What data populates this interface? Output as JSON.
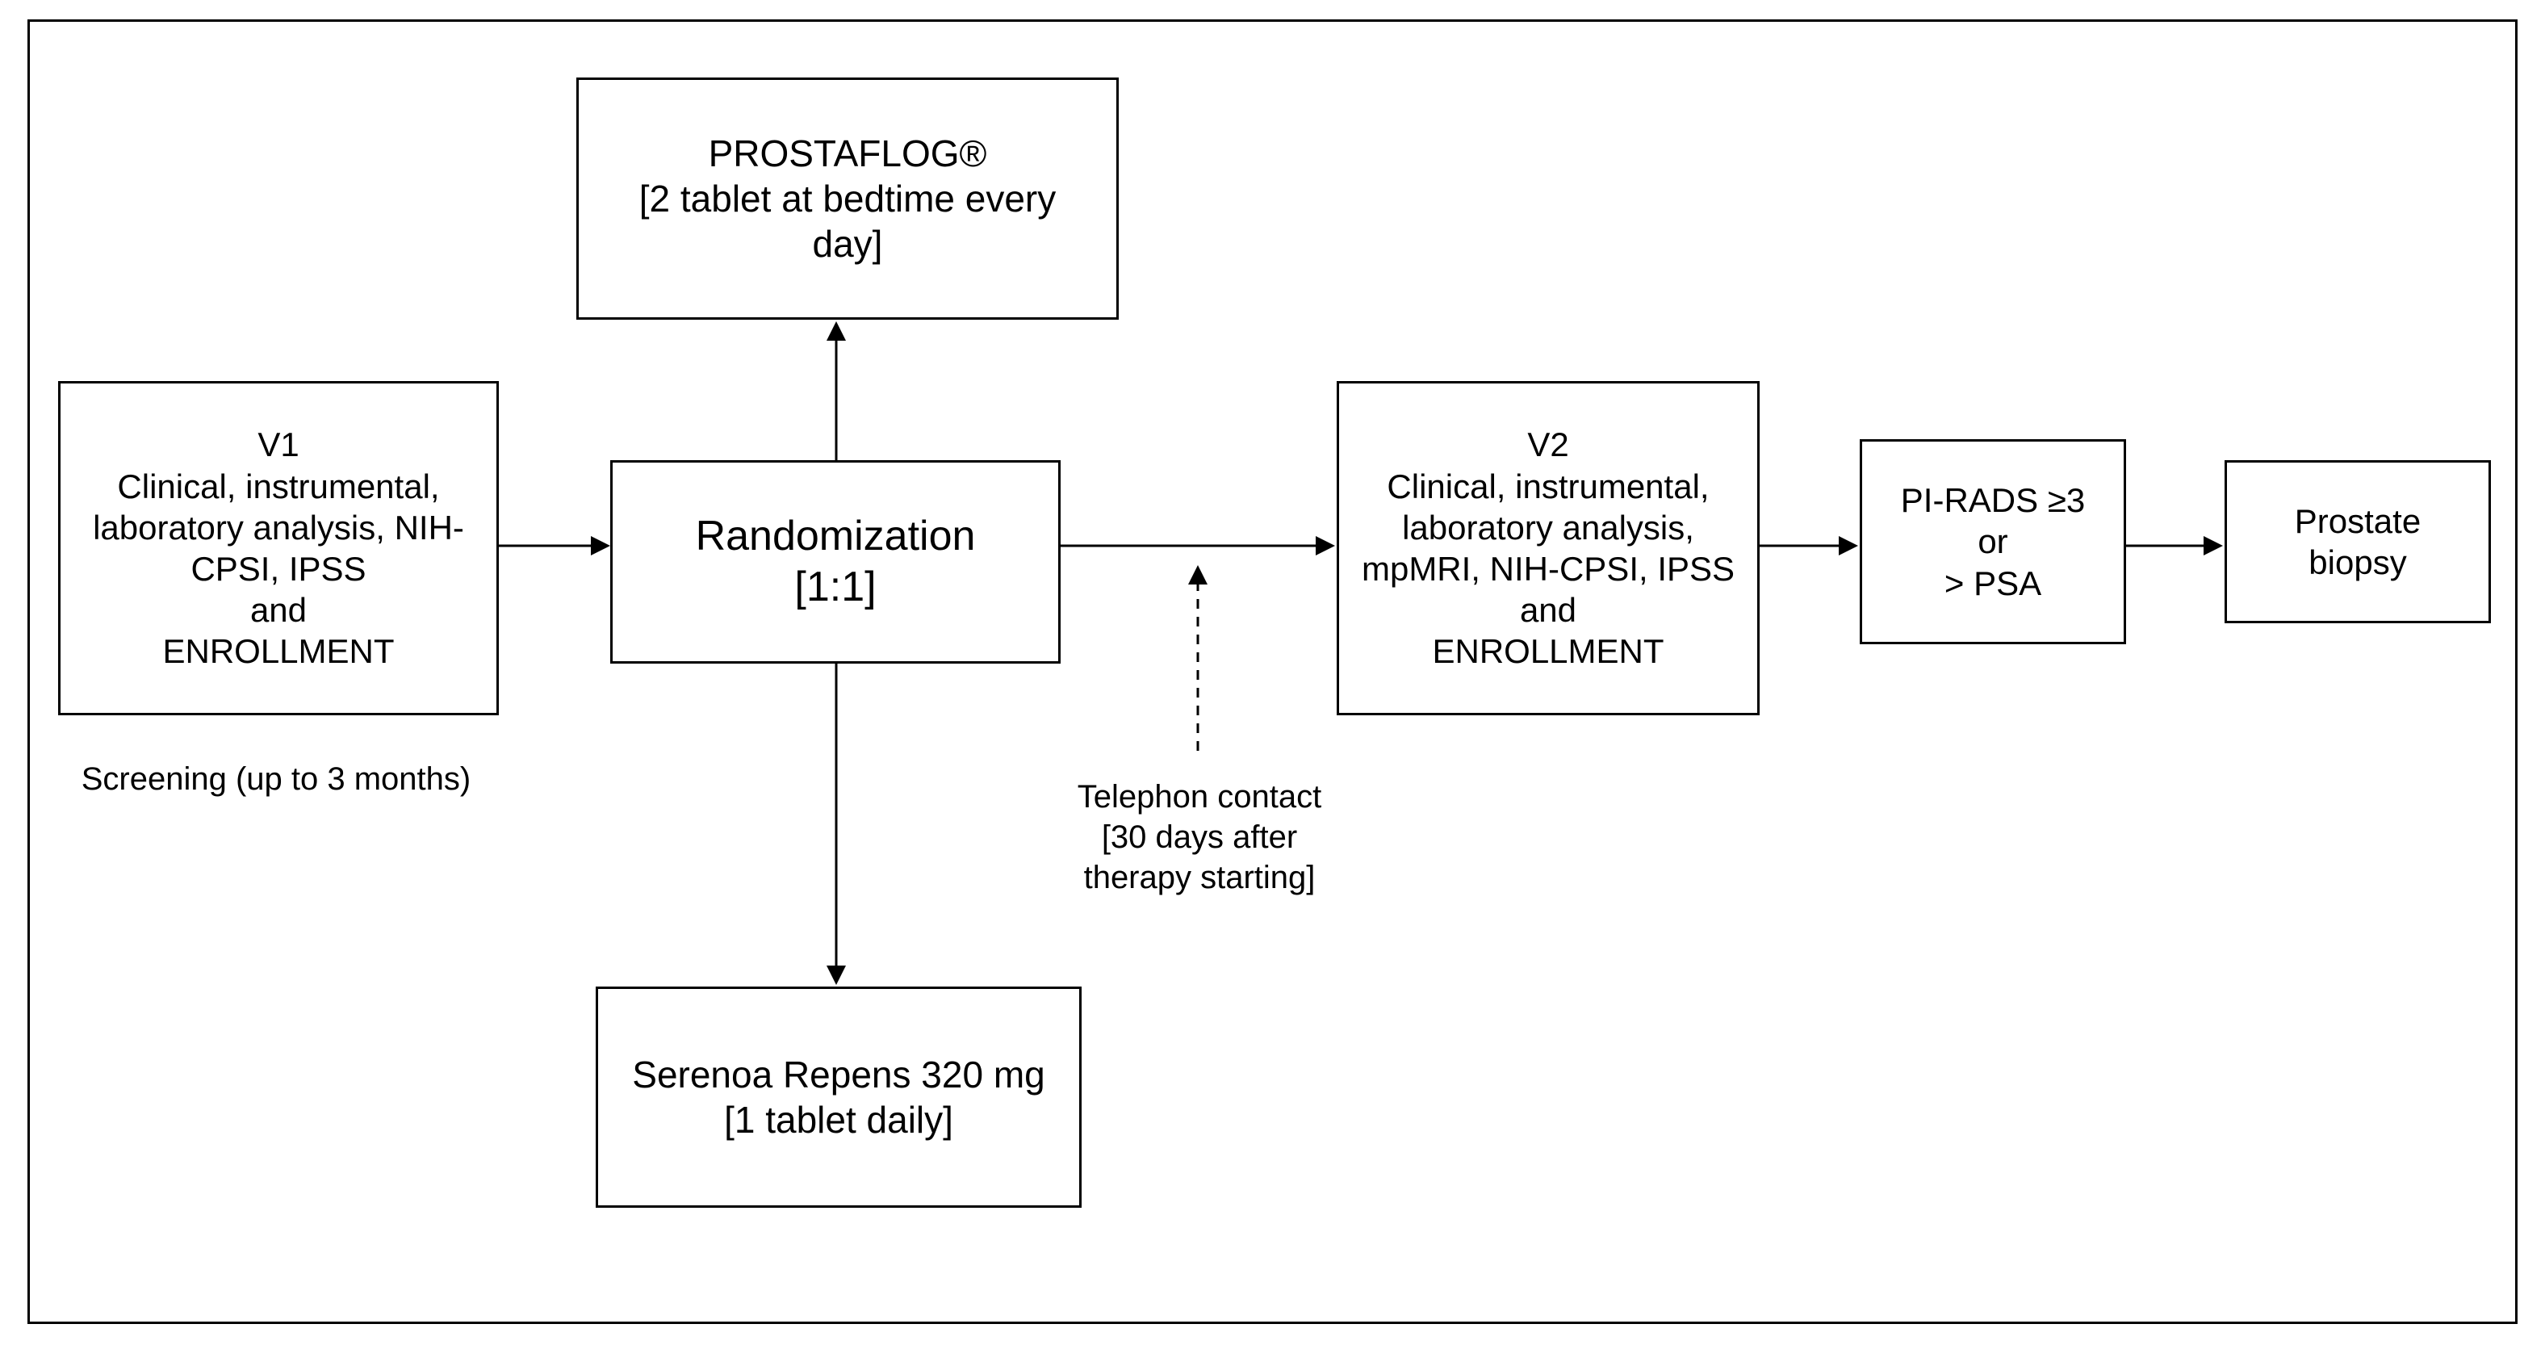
{
  "diagram": {
    "boxes": {
      "v1": {
        "lines": [
          "V1",
          "Clinical, instrumental,",
          "laboratory analysis, NIH-",
          "CPSI, IPSS",
          "and",
          "ENROLLMENT"
        ]
      },
      "prostaflog": {
        "lines": [
          "PROSTAFLOG®",
          "[2 tablet at bedtime every",
          "day]"
        ]
      },
      "randomization": {
        "lines": [
          "Randomization",
          "[1:1]"
        ]
      },
      "serenoa": {
        "lines": [
          "Serenoa Repens 320 mg",
          "[1 tablet daily]"
        ]
      },
      "v2": {
        "lines": [
          "V2",
          "Clinical, instrumental,",
          "laboratory analysis,",
          "mpMRI, NIH-CPSI,  IPSS",
          "and",
          "ENROLLMENT"
        ]
      },
      "pirads": {
        "lines": [
          "PI-RADS ≥3",
          "or",
          "> PSA"
        ]
      },
      "biopsy": {
        "lines": [
          "Prostate",
          "biopsy"
        ]
      }
    },
    "notes": {
      "screening": "Screening (up to 3 months)",
      "telephone": [
        "Telephon contact",
        "[30 days after",
        "therapy starting]"
      ]
    },
    "colors": {
      "stroke": "#000000",
      "background": "#ffffff"
    }
  }
}
